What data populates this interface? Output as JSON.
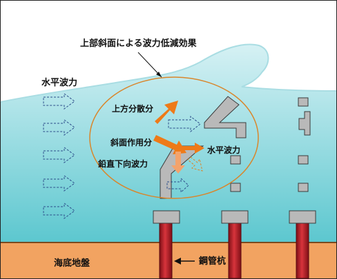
{
  "labels": {
    "title": "上部斜面による波力低減効果",
    "horizontal_wave_force_left": "水平波力",
    "upward_dispersion": "上方分散分",
    "slope_action": "斜面作用分",
    "vertical_down_force": "鉛直下向波力",
    "horizontal_wave_force_right": "水平波力",
    "steel_pipe_pile": "鋼管杭",
    "seabed": "海底地盤"
  },
  "colors": {
    "sea_top": "#d6f1f4",
    "sea_bottom": "#5cc7cf",
    "wave": "#c6ebef",
    "seabed": "#f2a361",
    "seabed_line": "#7a4a20",
    "pile": "#c4262f",
    "pile_dark": "#7e0f16",
    "block": "#b9b9b9",
    "block_stroke": "#3b3b3b",
    "ellipse": "#d9862b",
    "orange_arrow": "#ee7a18",
    "light_arrow": "#f3a36c",
    "dashed_arrow": "#2c4d8a"
  }
}
